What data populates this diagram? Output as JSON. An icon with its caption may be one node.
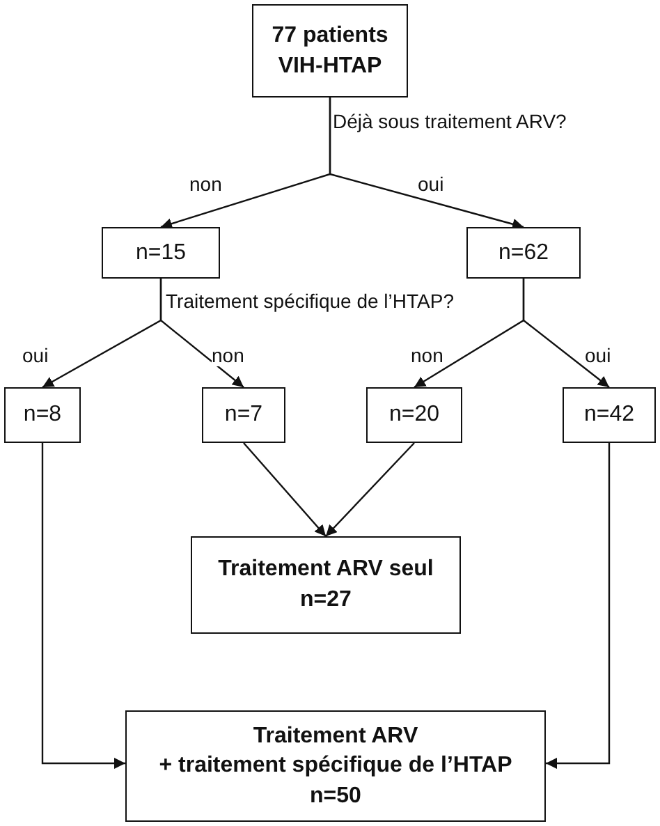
{
  "diagram": {
    "nodes": [
      {
        "text": [
          "77 patients",
          "VIH-HTAP"
        ]
      },
      {
        "text": [
          "n=15"
        ]
      },
      {
        "text": [
          "n=62"
        ]
      },
      {
        "text": [
          "n=8"
        ]
      },
      {
        "text": [
          "n=7"
        ]
      },
      {
        "text": [
          "n=20"
        ]
      },
      {
        "text": [
          "n=42"
        ]
      },
      {
        "text": [
          "Traitement ARV seul",
          "n=27"
        ]
      },
      {
        "text": [
          "Traitement ARV",
          "+ traitement spécifique de l’HTAP",
          "n=50"
        ]
      }
    ],
    "edges": [
      {
        "from": 0,
        "to": 1,
        "arrow": "to",
        "label": "non"
      },
      {
        "from": 0,
        "to": 2,
        "arrow": "to",
        "label": "oui"
      },
      {
        "from": 1,
        "to": 3,
        "arrow": "to",
        "label": "oui"
      },
      {
        "from": 1,
        "to": 4,
        "arrow": "to",
        "label": "non"
      },
      {
        "from": 2,
        "to": 5,
        "arrow": "to",
        "label": "non"
      },
      {
        "from": 2,
        "to": 6,
        "arrow": "to",
        "label": "oui"
      },
      {
        "from": 4,
        "to": 7,
        "arrow": "to"
      },
      {
        "from": 5,
        "to": 7,
        "arrow": "to"
      },
      {
        "from": 3,
        "to": 8,
        "arrow": "to"
      },
      {
        "from": 6,
        "to": 8,
        "arrow": "to"
      }
    ],
    "labels": [
      "Déjà sous traitement ARV?",
      "Traitement spécifique de l’HTAP?"
    ]
  }
}
